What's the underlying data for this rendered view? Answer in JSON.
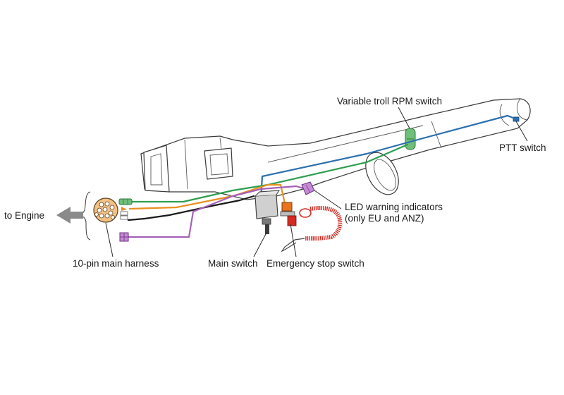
{
  "labels": {
    "to_engine": "to Engine",
    "main_harness": "10-pin main harness",
    "main_switch": "Main switch",
    "emergency_stop": "Emergency stop switch",
    "led_line1": "LED warning indicators",
    "led_line2": "(only EU and ANZ)",
    "variable_troll": "Variable troll RPM switch",
    "ptt_switch": "PTT switch"
  },
  "colors": {
    "blue_wire": "#2a6fb0",
    "green_wire": "#2e9e4f",
    "orange_wire": "#e8901e",
    "black_wire": "#1a1a1a",
    "purple_wire": "#a660b8",
    "red_lanyard": "#d42a22",
    "harness_fill": "#f2c184",
    "arrow_gray": "#8a8a8a"
  }
}
